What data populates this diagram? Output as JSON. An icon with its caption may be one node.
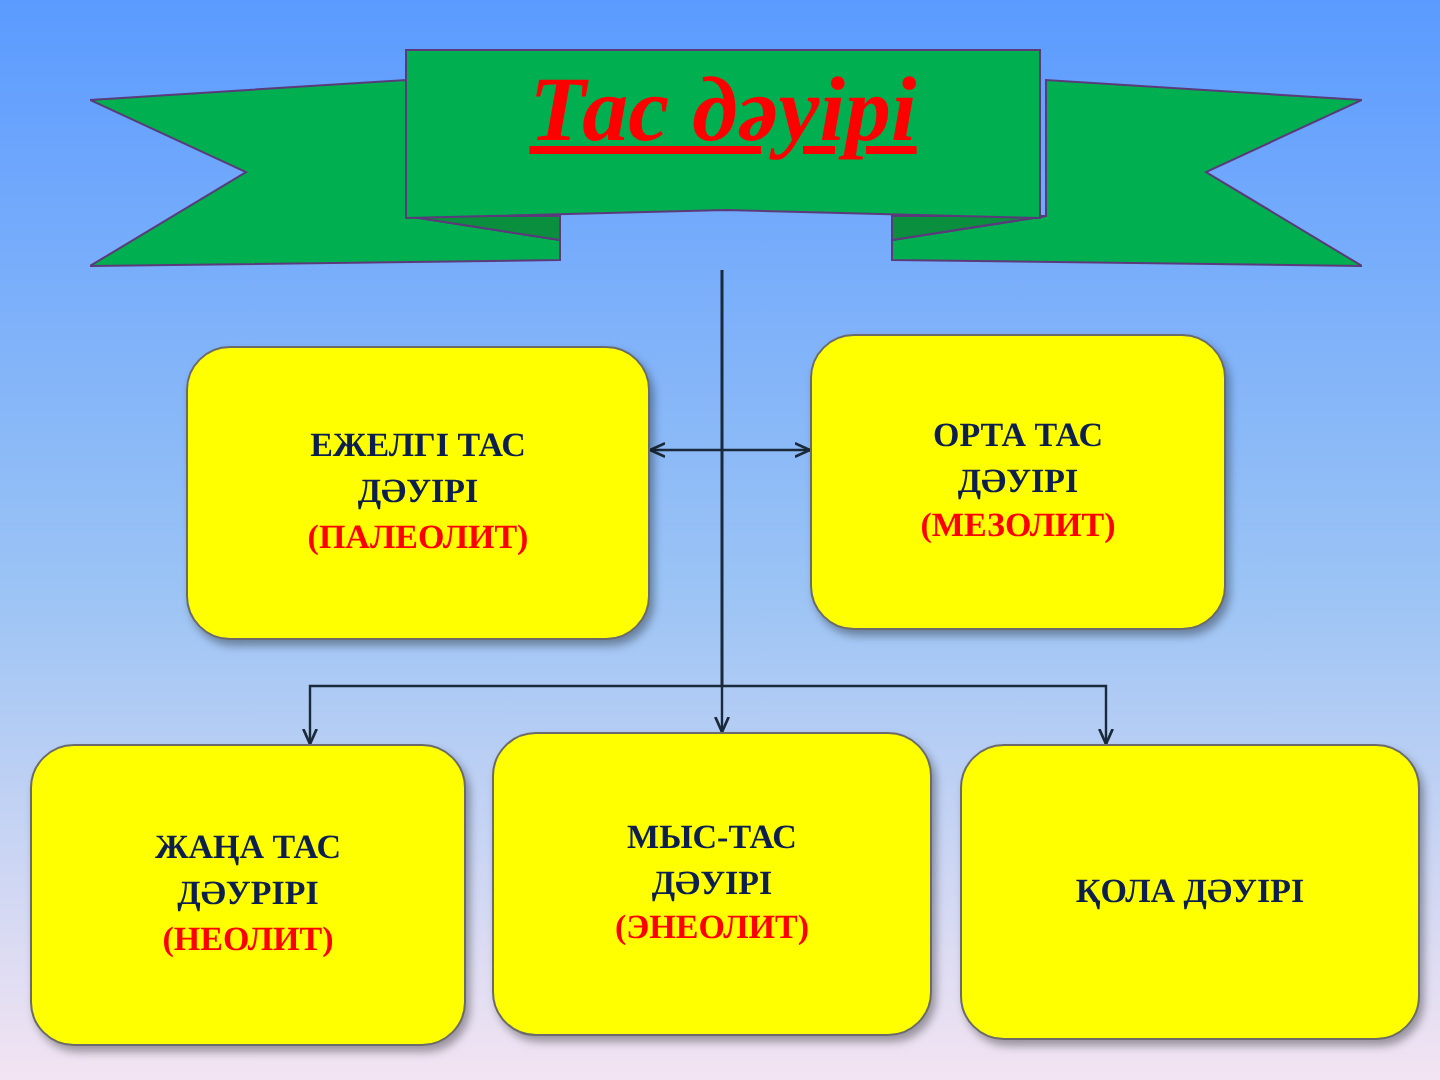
{
  "diagram": {
    "nodes": [
      {
        "text": [
          "Тас дәуірі"
        ]
      },
      {
        "text": [
          "ЕЖЕЛГІ ТАС ДӘУІРІ",
          "(ПАЛЕОЛИТ)"
        ]
      },
      {
        "text": [
          "ОРТА ТАС ДӘУІРІ",
          "(МЕЗОЛИТ)"
        ]
      },
      {
        "text": [
          "ЖАҢА ТАС ДӘУРІРІ",
          "(НЕОЛИТ)"
        ]
      },
      {
        "text": [
          "МЫС-ТАС ДӘУІРІ",
          "(ЭНЕОЛИТ)"
        ]
      },
      {
        "text": [
          "ҚОЛА ДӘУІРІ"
        ]
      }
    ],
    "edges": [
      {
        "from": 1,
        "to": 2,
        "arrow": "both"
      },
      {
        "from": 0,
        "to": 3,
        "arrow": "to"
      },
      {
        "from": 0,
        "to": 4,
        "arrow": "to"
      },
      {
        "from": 0,
        "to": 5,
        "arrow": "to"
      }
    ]
  }
}
